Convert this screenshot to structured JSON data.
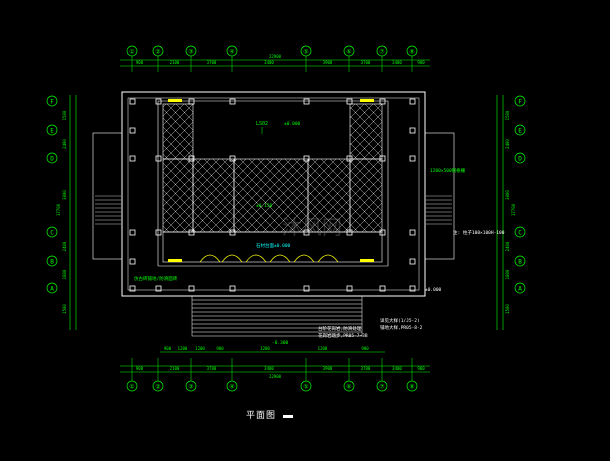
{
  "drawing": {
    "title": "平面图",
    "colors": {
      "background": "#000000",
      "axis": "#00ff00",
      "outline": "#ffffff",
      "hatch": "#c8c8c8",
      "accent": "#ffff00",
      "annotation": "#00ffff",
      "note": "#ff66ff"
    },
    "top_axes": [
      "①",
      "②",
      "③",
      "④",
      "⑤",
      "⑥",
      "⑦",
      "⑧"
    ],
    "bottom_axes": [
      "①",
      "②",
      "③",
      "④",
      "⑤",
      "⑥",
      "⑦",
      "⑧"
    ],
    "left_axes": [
      "F",
      "E",
      "D",
      "C",
      "B",
      "A"
    ],
    "right_axes": [
      "F",
      "E",
      "D",
      "C",
      "B",
      "A"
    ],
    "top_total": "22900",
    "bottom_total": "22900",
    "top_dims": [
      "900",
      "2100",
      "3700",
      "3400",
      "3900",
      "3700",
      "3400",
      "900"
    ],
    "bottom_dims": [
      "900",
      "2100",
      "3700",
      "3400",
      "3900",
      "3700",
      "3400",
      "900"
    ],
    "bottom_sub_dims": [
      "900",
      "1200",
      "1200",
      "900",
      "1200",
      "1200",
      "900"
    ],
    "left_dims": [
      "1500",
      "2400",
      "3000",
      "2400",
      "1800",
      "1500"
    ],
    "left_total": "17700",
    "right_dims": [
      "1500",
      "2400",
      "3000",
      "2400",
      "1800",
      "1500"
    ],
    "right_total": "17700",
    "annotations": {
      "room_label": "LS02",
      "room_level": "±0.000",
      "inner_level": "±0.150",
      "side_level_right": "石材台面±0.000",
      "left_note": "1200×500钢格栅",
      "bottom_left_note": "仿古砖铺地/防滑面砖",
      "right_wall_note": "注: 柱子100×100H-100",
      "right_lower_note": "±0.000",
      "bottom_note_1": "台阶花岗岩,防滑处理",
      "bottom_note_2": "花岗岩踏步,PR05-7~3B",
      "bottom_note_3": "详见大样(1/J5-2)",
      "bottom_note_4": "铺地大样,PR05-8-2",
      "bottom_level": "-0.300",
      "watermark": "沐风网"
    }
  }
}
